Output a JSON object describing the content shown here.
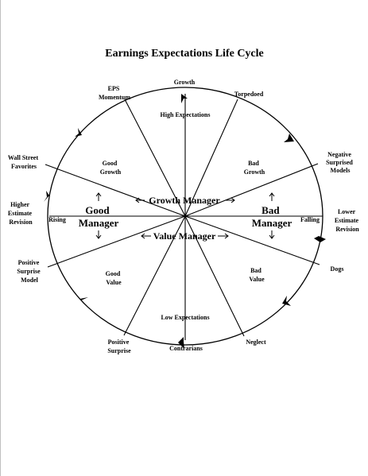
{
  "title": "Earnings Expectations Life Cycle",
  "spokes": {
    "growth": "Growth",
    "torpedoed": "Torpedoed",
    "eps_momentum": [
      "EPS",
      "Momentum"
    ],
    "negative_surprised_models": [
      "Negative",
      "Surprised",
      "Models"
    ],
    "wall_street_favorites": [
      "Wall Street",
      "Favorites"
    ],
    "higher_estimate_revision": [
      "Higher",
      "Estimate",
      "Revision"
    ],
    "lower_estimate_revision": [
      "Lower",
      "Estimate",
      "Revision"
    ],
    "positive_surprise_model": [
      "Positive",
      "Surprise",
      "Model"
    ],
    "dogs": "Dogs",
    "positive_surprise": [
      "Positive",
      "Surprise"
    ],
    "contrarians": "Contrarians",
    "neglect": "Neglect"
  },
  "inner": {
    "high_expectations": "High Expectations",
    "low_expectations": "Low Expectations",
    "good_growth": [
      "Good",
      "Growth"
    ],
    "bad_growth": [
      "Bad",
      "Growth"
    ],
    "good_value": [
      "Good",
      "Value"
    ],
    "bad_value": [
      "Bad",
      "Value"
    ],
    "rising": "Rising",
    "falling": "Falling",
    "good_manager": [
      "Good",
      "Manager"
    ],
    "bad_manager": [
      "Bad",
      "Manager"
    ],
    "growth_manager": "Growth Manager",
    "value_manager": "Value Manager"
  }
}
